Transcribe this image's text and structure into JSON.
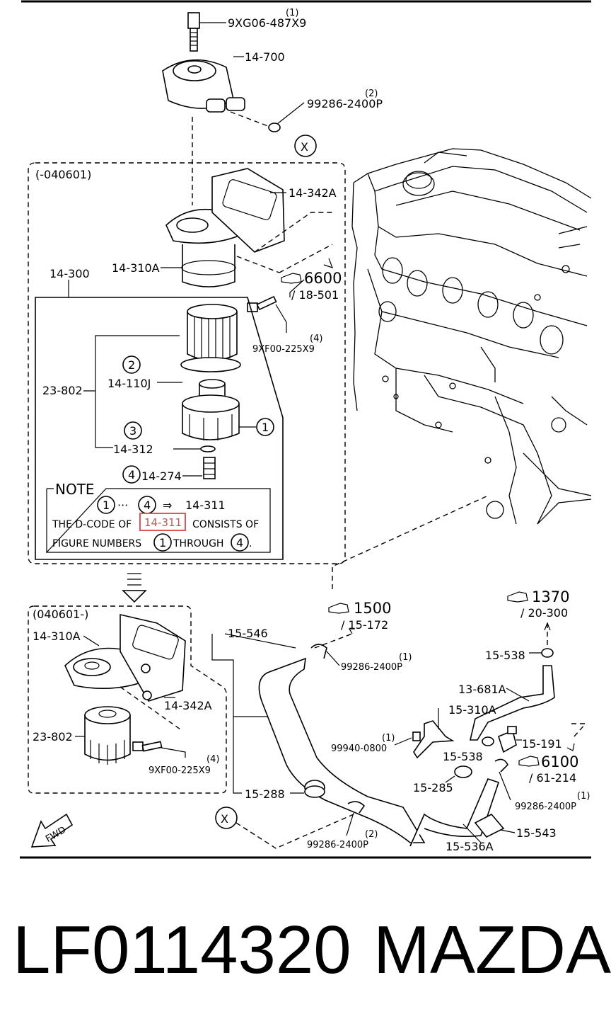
{
  "labels": {
    "bolt_top_qty": "(1)",
    "bolt_top": "9XG06-487X9",
    "cooler": "14-700",
    "clip_top_qty": "(2)",
    "clip_top": "99286-2400P",
    "x_marker": "X",
    "group1_date": "(-040601)",
    "gasket_1": "14-342A",
    "filter_body_1": "14-310A",
    "ref_6600_num": "6600",
    "ref_6600_sub": "/ 18-501",
    "group_14300": "14-300",
    "bolt_mid_qty": "(4)",
    "bolt_mid": "9XF00-225X9",
    "filter_assy_1": "23-802",
    "oring": "14-110J",
    "cap": "14-312",
    "valve": "14-274",
    "circle_1": "1",
    "circle_2": "2",
    "circle_3": "3",
    "circle_4": "4",
    "group2_date": "(040601-)",
    "filter_body_2": "14-310A",
    "gasket_2": "14-342A",
    "filter_assy_2": "23-802",
    "bolt_low_qty": "(4)",
    "bolt_low": "9XF00-225X9",
    "fwd": "FWD",
    "ref_1500_num": "1500",
    "ref_1500_sub": "/ 15-172",
    "hose_546": "15-546",
    "clip_1500_qty": "(1)",
    "clip_1500": "99286-2400P",
    "ref_1370_num": "1370",
    "ref_1370_sub": "/ 20-300",
    "p_15538_top": "15-538",
    "hose_681": "13-681A",
    "bracket_310": "15-310A",
    "bolt_br_qty": "(1)",
    "bolt_br": "99940-0800",
    "p_15191": "15-191",
    "p_15538_mid": "15-538",
    "ref_6100_num": "6100",
    "ref_6100_sub": "/ 61-214",
    "p_15285": "15-285",
    "clip_right_qty": "(1)",
    "clip_right": "99286-2400P",
    "p_15288": "15-288",
    "p_15543": "15-543",
    "clip_bot_qty": "(2)",
    "clip_bot": "99286-2400P",
    "hose_536": "15-536A"
  },
  "note": {
    "title": "NOTE",
    "formula_sep": "···",
    "formula_arrow": "⇒",
    "formula_result": "14-311",
    "line2_pre": "THE D-CODE OF",
    "line2_code": "14-311",
    "line2_post": "CONSISTS OF",
    "line3_pre": "FIGURE NUMBERS",
    "line3_mid": "THROUGH",
    "line3_end": "."
  },
  "footer": {
    "part_number": "LF0114320",
    "brand": "MAZDA"
  },
  "colors": {
    "highlight": "#e05555"
  }
}
